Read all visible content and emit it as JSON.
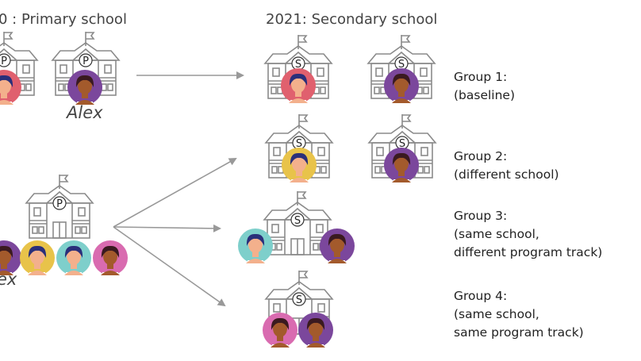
{
  "headers": {
    "left": "0 : Primary school",
    "right": "2021: Secondary school"
  },
  "name_label": "Alex",
  "name_label_cut": "ex",
  "groups": [
    {
      "title": "Group 1:",
      "lines": [
        "(baseline)"
      ]
    },
    {
      "title": "Group 2:",
      "lines": [
        "(different school)"
      ]
    },
    {
      "title": "Group 3:",
      "lines": [
        "(same school,",
        "different program track)"
      ]
    },
    {
      "title": "Group 4:",
      "lines": [
        "(same school,",
        "same program track)"
      ]
    }
  ],
  "school_letters": {
    "primary": "P",
    "secondary": "S"
  },
  "colors": {
    "pink": "#e0606e",
    "purple": "#7b479c",
    "yellow": "#e8c34a",
    "teal": "#7ecfcb",
    "magenta": "#d96bb0",
    "line": "#999999",
    "building": "#8a8a8a",
    "skin_light": "#f3b08c",
    "skin_dark": "#a35a2c",
    "hair_blue": "#2a2f7a",
    "hair_dark": "#3a1a20"
  }
}
